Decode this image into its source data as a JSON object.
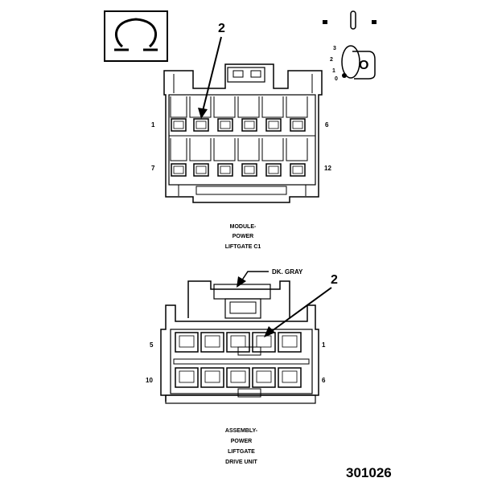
{
  "legend_icon": "ohm-meter-icon",
  "key_switch": {
    "icon": "ignition-key-icon",
    "positions": [
      "3",
      "2",
      "1",
      "0"
    ],
    "key_label": "O"
  },
  "connector_c1": {
    "caption": [
      "MODULE-",
      "POWER",
      "LIFTGATE C1"
    ],
    "pin_labels": {
      "top_left": "1",
      "top_right": "6",
      "bottom_left": "7",
      "bottom_right": "12"
    },
    "callout": "2"
  },
  "connector_drive": {
    "caption": [
      "ASSEMBLY-",
      "POWER",
      "LIFTGATE",
      "DRIVE UNIT"
    ],
    "pin_labels": {
      "top_left": "5",
      "top_right": "1",
      "bottom_left": "10",
      "bottom_right": "6"
    },
    "callout": "2",
    "color_label": "DK. GRAY"
  },
  "figure_number": "301026"
}
